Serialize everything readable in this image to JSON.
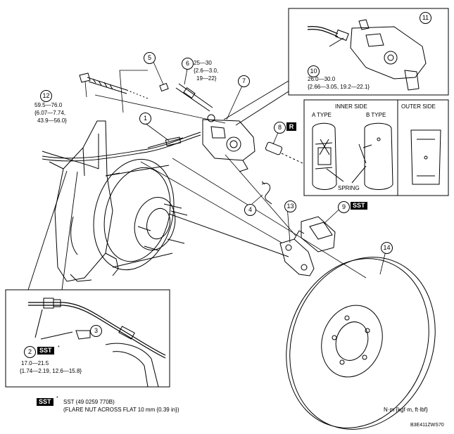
{
  "callouts": {
    "c1": "1",
    "c2": "2",
    "c3": "3",
    "c4": "4",
    "c5": "5",
    "c6": "6",
    "c7": "7",
    "c8": "8",
    "c9": "9",
    "c10": "10",
    "c11": "11",
    "c12": "12",
    "c13": "13",
    "c14": "14"
  },
  "torque": {
    "t6": [
      "25—30",
      "{2.6—3.0,",
      "19—22}"
    ],
    "t10": [
      "26.0—30.0",
      "{2.66—3.05, 19.2—22.1}"
    ],
    "t12": [
      "59.5—76.0",
      "{6.07—7.74,",
      "43.9—56.0}"
    ],
    "t2": [
      "17.0—21.5",
      "{1.74—2.19, 12.6—15.8}"
    ]
  },
  "marks": {
    "sst": "SST",
    "asterisk": "*",
    "r_mark": "R"
  },
  "pad_panel": {
    "inner_side": "INNER SIDE",
    "outer_side": "OUTER SIDE",
    "a_type": "A TYPE",
    "b_type": "B TYPE",
    "spring": "SPRING"
  },
  "footnote": {
    "line1": "SST (49 0259 770B)",
    "line2": "(FLARE NUT ACROSS FLAT 10 mm {0.39 in})"
  },
  "unit_note": "N·m {kgf·m, ft·lbf}",
  "figure_code": "B3E411ZWS70"
}
